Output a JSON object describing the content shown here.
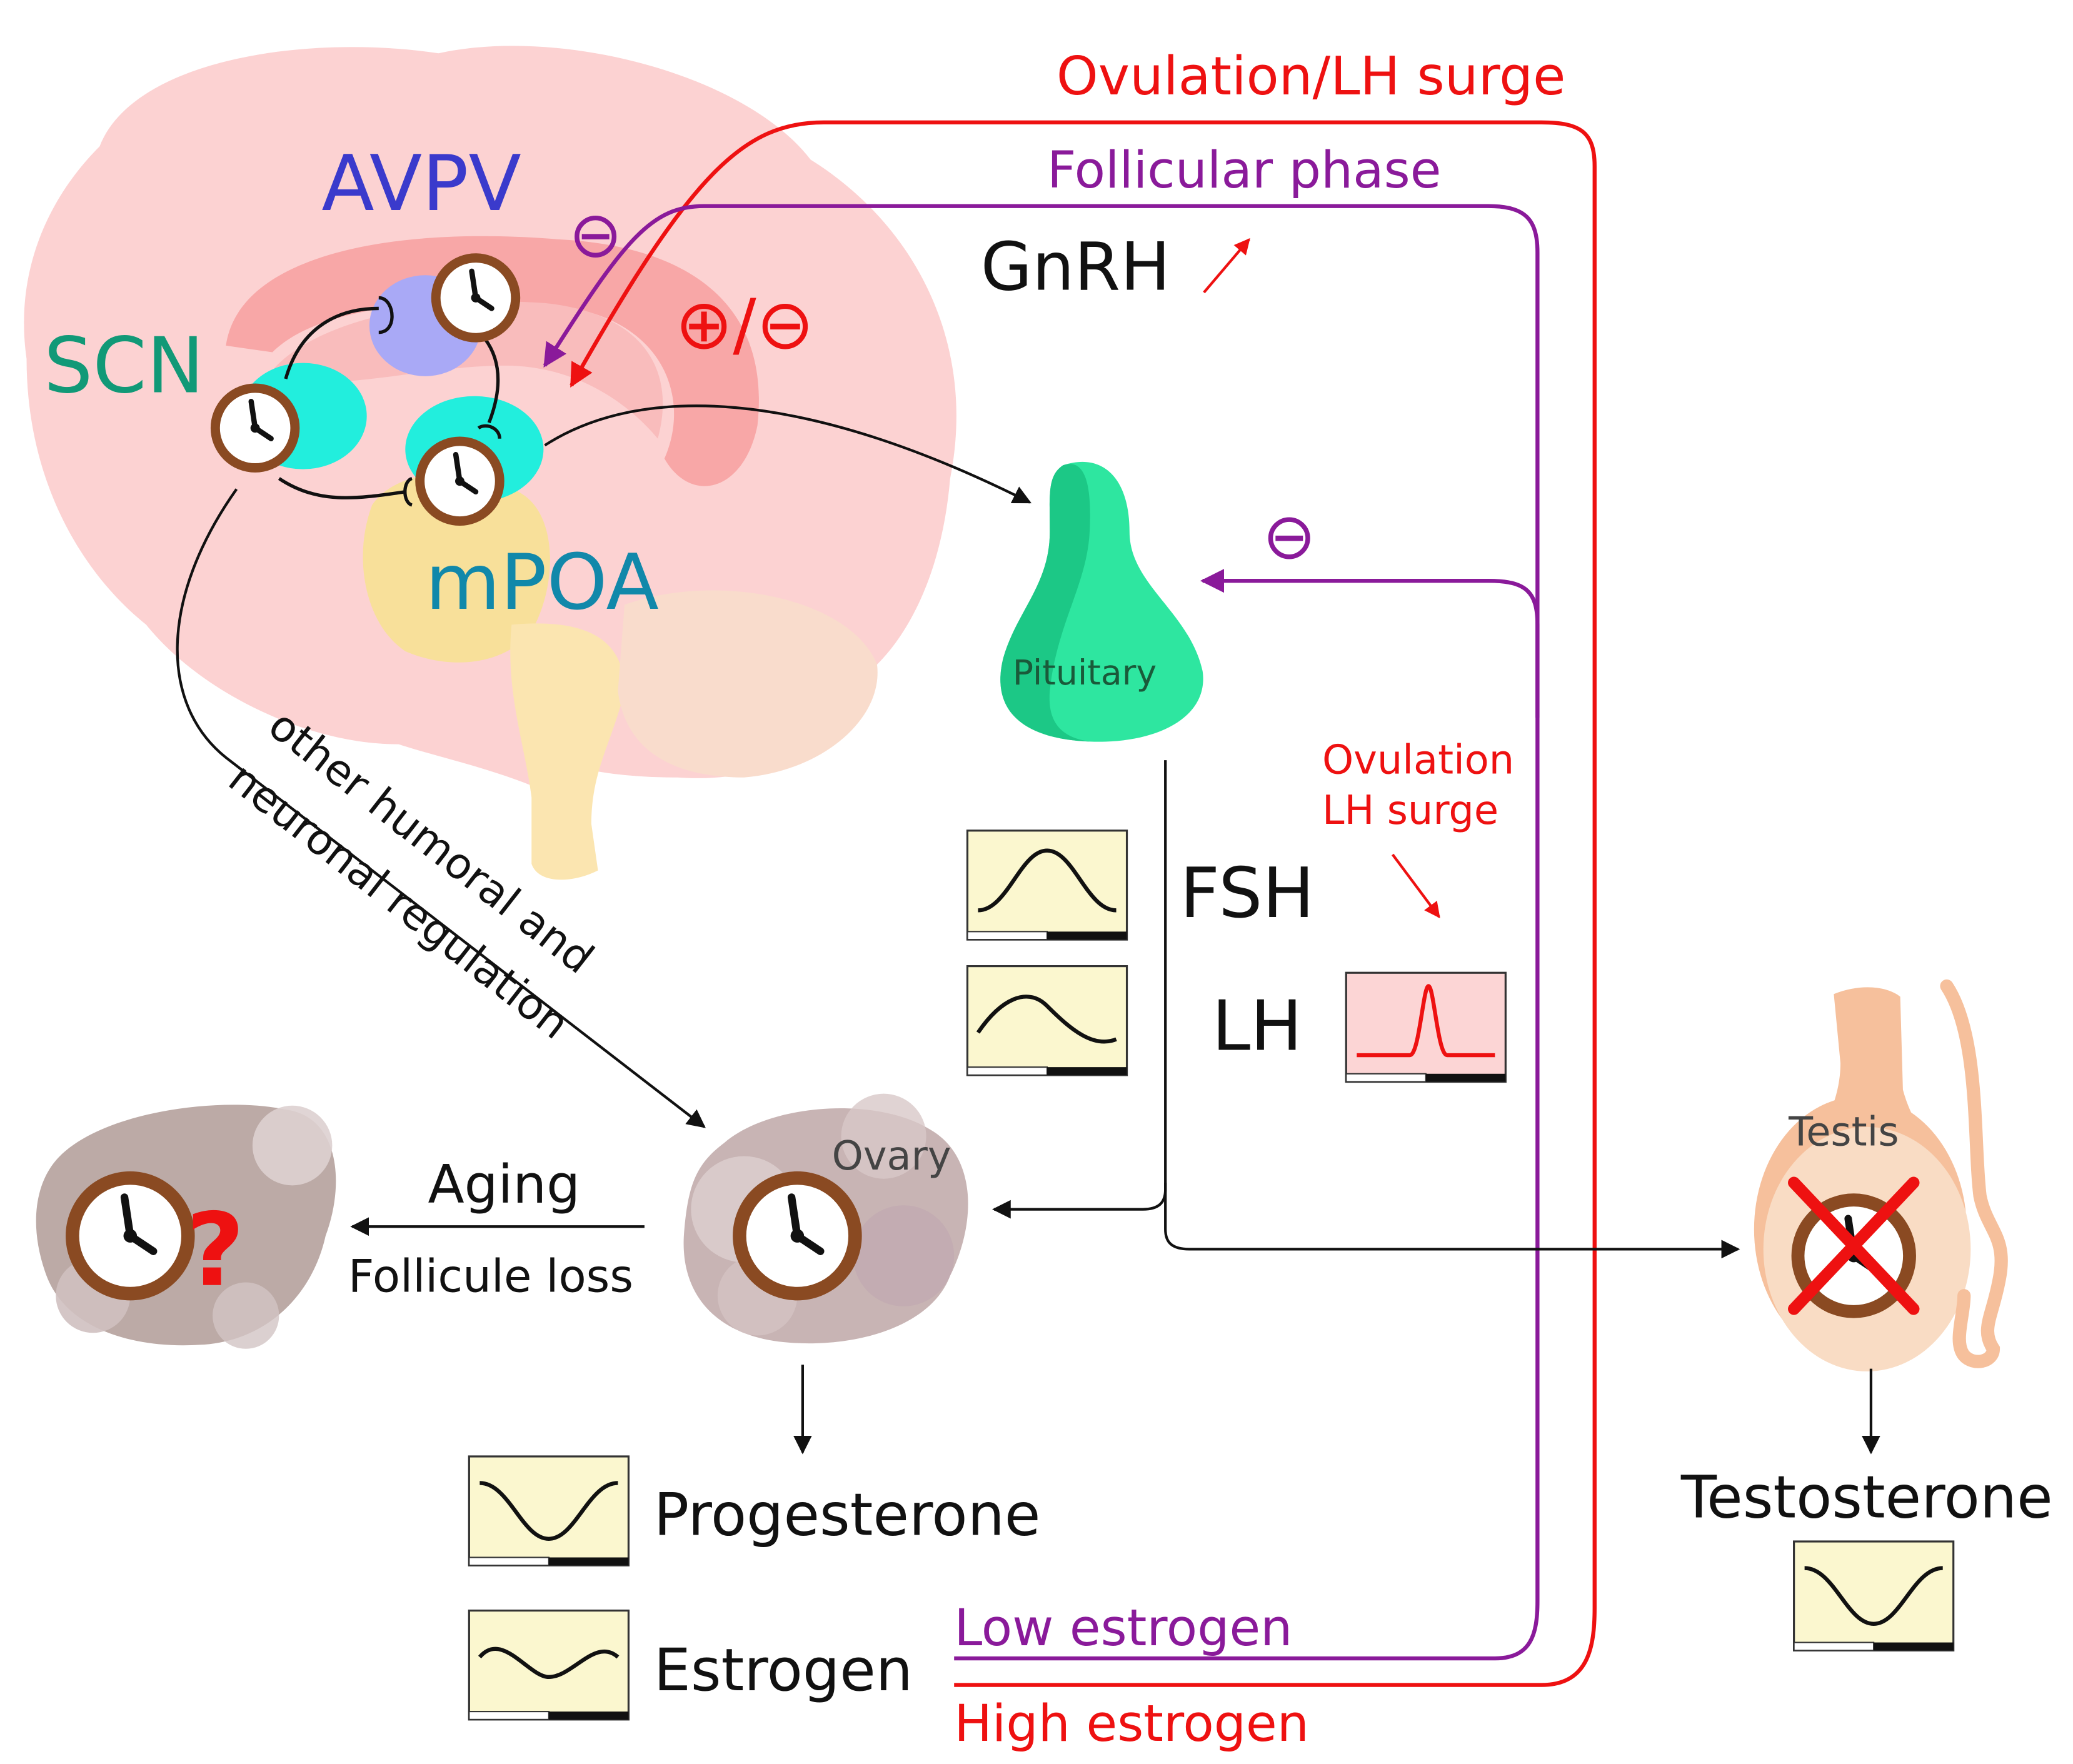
{
  "colors": {
    "black": "#111111",
    "red": "#ee1111",
    "purple": "#8a1a9a",
    "scn_text": "#119977",
    "mpoa_text": "#1188aa",
    "avpv_text": "#3a3acc",
    "brain": "#fcd2d2",
    "brain_inner": "#f8a7a7",
    "hypothalamus": "#f8e09a",
    "brainstem": "#fbe5b0",
    "scn_nucleus": "#22eedd",
    "avpv_nucleus": "#a9a9f6",
    "clock_rim": "#8a4a22",
    "pituitary": "#2ee6a0",
    "pituitary_dark": "#1cc886",
    "ovary": "#c8b4b4",
    "graph_bg": "#fbf7cf",
    "lh_graph_bg": "#fcd5d5",
    "testis": "#f6c09c",
    "testis_light": "#f9dcc4"
  },
  "icons": {
    "clock": "clock-icon",
    "question": "question-mark-icon",
    "cross": "cross-icon"
  },
  "labels": {
    "ovulation_lh_surge_top": "Ovulation/LH surge",
    "follicular_phase": "Follicular phase",
    "gnrh": "GnRH",
    "avpv": "AVPV",
    "scn": "SCN",
    "mpoa": "mPOA",
    "minus_top": "⊖",
    "plus_minus": "⊕/⊖",
    "minus_pituitary": "⊖",
    "pituitary": "Pituitary",
    "ovulation_line1": "Ovulation",
    "lh_surge_line2": "LH surge",
    "fsh": "FSH",
    "lh": "LH",
    "other_humoral_line1": "other humoral and",
    "neuronal_regulation_line2": "neuronal regulation",
    "aging": "Aging",
    "follicule_loss": "Follicule loss",
    "question": "?",
    "ovary": "Ovary",
    "testis": "Testis",
    "progesterone": "Progesterone",
    "estrogen": "Estrogen",
    "low_estrogen": "Low estrogen",
    "high_estrogen": "High estrogen",
    "testosterone": "Testosterone"
  }
}
